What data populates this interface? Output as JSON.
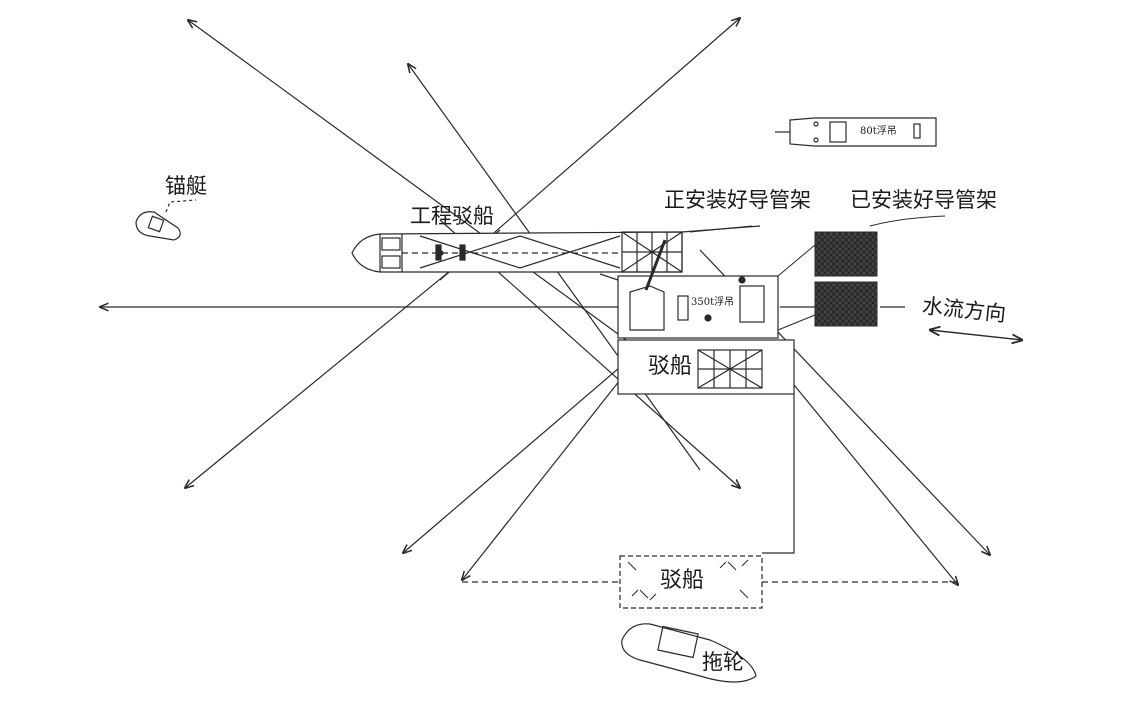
{
  "labels": {
    "anchor_boat": "锚艇",
    "engineering_barge": "工程驳船",
    "installing_frame": "正安装好导管架",
    "installed_frame": "已安装好导管架",
    "crane_80t": "80t浮吊",
    "crane_350t": "350t浮吊",
    "barge_top": "驳船",
    "barge_bottom": "驳船",
    "water_flow": "水流方向",
    "tugboat": "拖轮"
  },
  "colors": {
    "line": "#2a2a2a",
    "installed_fill": "#3a3a3a",
    "background": "#ffffff"
  }
}
